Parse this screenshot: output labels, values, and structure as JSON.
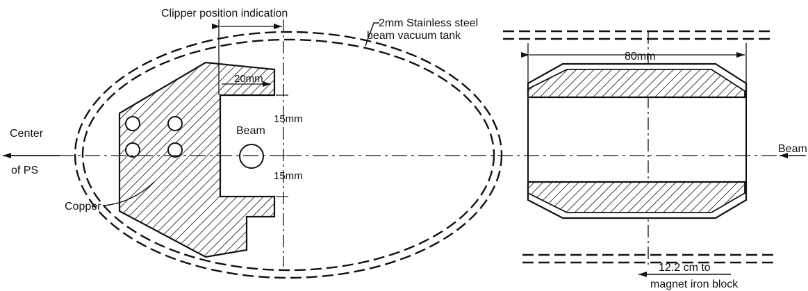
{
  "labels": {
    "clipper_position": "Clipper position indication",
    "tank_line1": "2mm Stainless steel",
    "tank_line2": "beam vacuum tank",
    "dim_20mm": "20mm",
    "beam_inside": "Beam",
    "dim_15mm_upper": "15mm",
    "dim_15mm_lower": "15mm",
    "center_line1": "Center",
    "center_line2": "of PS",
    "copper": "Copper",
    "dim_80mm": "80mm",
    "beam_right": "Beam",
    "iron_line1": "12.2 cm to",
    "iron_line2": "magnet iron block"
  }
}
